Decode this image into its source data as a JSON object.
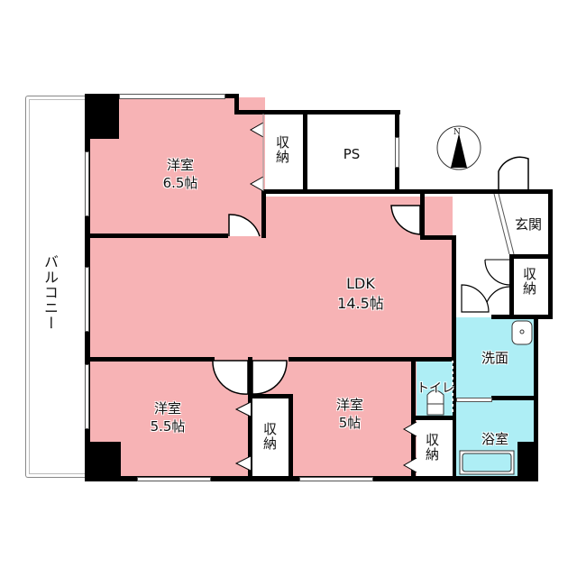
{
  "floorplan": {
    "colors": {
      "room": "#f7b3b5",
      "wet": "#aeeef5",
      "wall": "#000000",
      "background": "#ffffff"
    },
    "rooms": {
      "western1": {
        "name": "洋室",
        "size": "6.5帖"
      },
      "ldk": {
        "name": "LDK",
        "size": "14.5帖"
      },
      "western2": {
        "name": "洋室",
        "size": "5.5帖"
      },
      "western3": {
        "name": "洋室",
        "size": "5帖"
      },
      "storage1": "収納",
      "storage2": "収納",
      "storage3": "収納",
      "storage4": "収納",
      "ps": "PS",
      "entrance": "玄関",
      "washroom": "洗面",
      "bathroom": "浴室",
      "toilet": "トイレ",
      "balcony": "バルコニー"
    },
    "compass": {
      "label": "N"
    }
  }
}
